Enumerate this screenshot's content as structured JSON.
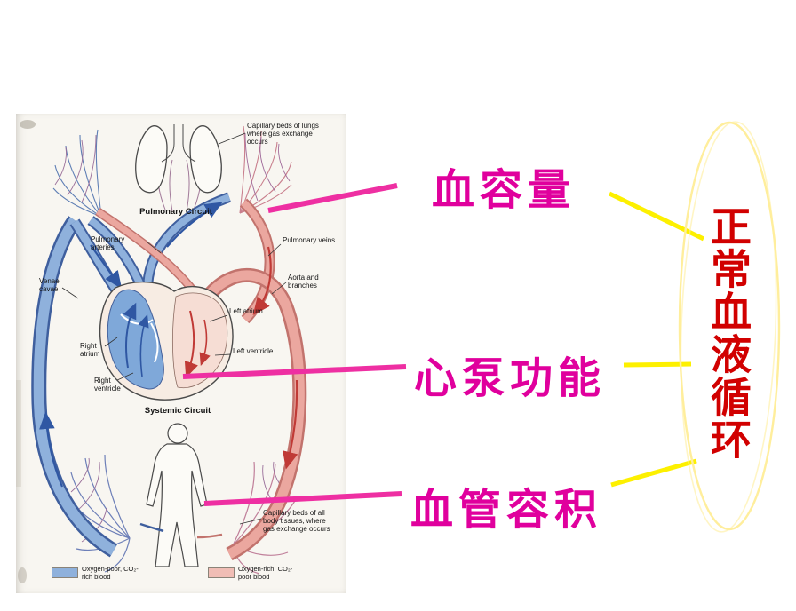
{
  "figure": {
    "pulmonary_circuit_label": "Pulmonary Circuit",
    "systemic_circuit_label": "Systemic Circuit",
    "capillary_lungs_label": "Capillary beds of lungs where gas exchange occurs",
    "pulmonary_arteries_label": "Pulmonary arteries",
    "pulmonary_veins_label": "Pulmonary veins",
    "venae_cavae_label": "Venae cavae",
    "aorta_label": "Aorta and branches",
    "left_atrium_label": "Left atrium",
    "right_atrium_label": "Right atrium",
    "left_ventricle_label": "Left ventricle",
    "right_ventricle_label": "Right ventricle",
    "capillary_body_label": "Capillary beds of all body tissues, where gas exchange occurs",
    "legend": [
      {
        "label": "Oxygen-poor, CO₂-rich blood",
        "color": "#8fb1dc"
      },
      {
        "label": "Oxygen-rich, CO₂-poor blood",
        "color": "#f0bdb5"
      }
    ]
  },
  "annotations": {
    "color": "#e0009d",
    "line_color": "#ee2fa2",
    "items": [
      {
        "label": "血容量"
      },
      {
        "label": "心泵功能"
      },
      {
        "label": "血管容积"
      }
    ]
  },
  "conclusion": {
    "text": "正常血液循环",
    "text_color": "#d10000",
    "connector_color": "#fdf000",
    "ellipse_color": "#ffee9c"
  }
}
